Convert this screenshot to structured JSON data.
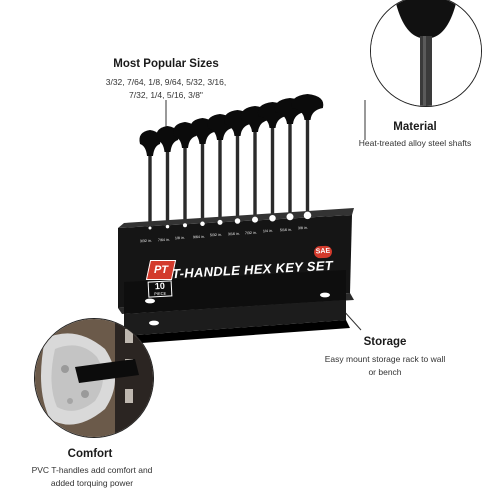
{
  "features": {
    "sizes": {
      "heading": "Most Popular Sizes",
      "lines": [
        "3/32, 7/64, 1/8, 9/64, 5/32, 3/16,",
        "7/32, 1/4, 5/16, 3/8\""
      ]
    },
    "material": {
      "heading": "Material",
      "text": "Heat-treated alloy steel shafts"
    },
    "storage": {
      "heading": "Storage",
      "lines": [
        "Easy mount storage rack to wall",
        "or bench"
      ]
    },
    "comfort": {
      "heading": "Comfort",
      "lines": [
        "PVC T-handles add comfort and",
        "added torquing power"
      ]
    }
  },
  "product": {
    "brand": "PT",
    "count_number": "10",
    "count_word": "PIECE",
    "title": "T-HANDLE HEX KEY SET",
    "badge": "SAE",
    "size_labels": [
      "3/32 in.",
      "7/64 in.",
      "1/8 in.",
      "9/64 in.",
      "5/32 in.",
      "3/16 in.",
      "7/32 in.",
      "1/4 in.",
      "5/16 in.",
      "3/8 in."
    ]
  },
  "colors": {
    "accent": "#d33a2c",
    "rack": "#111111",
    "steel": "#2e2e2e"
  }
}
